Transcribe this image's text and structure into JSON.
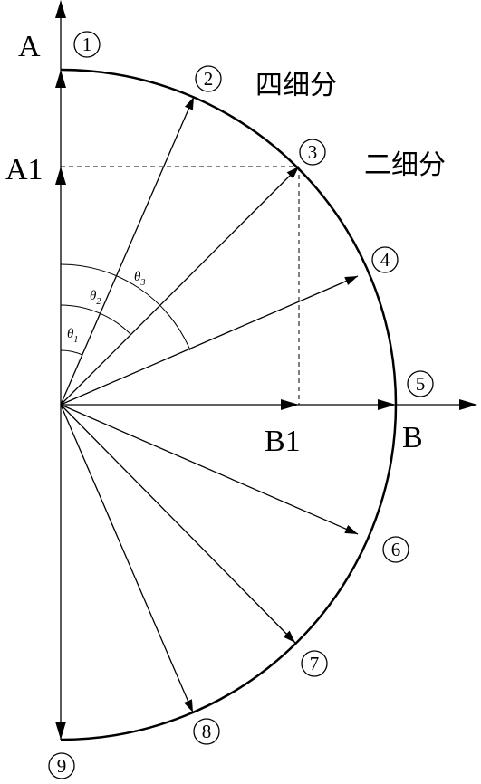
{
  "labels": {
    "A": "A",
    "A1": "A1",
    "B": "B",
    "B1": "B1",
    "four_subdivision": "四细分",
    "two_subdivision": "二细分"
  },
  "points": [
    {
      "num": "1"
    },
    {
      "num": "2"
    },
    {
      "num": "3"
    },
    {
      "num": "4"
    },
    {
      "num": "5"
    },
    {
      "num": "6"
    },
    {
      "num": "7"
    },
    {
      "num": "8"
    },
    {
      "num": "9"
    }
  ],
  "angles": [
    {
      "symbol": "θ",
      "sub": "1"
    },
    {
      "symbol": "θ",
      "sub": "2"
    },
    {
      "symbol": "θ",
      "sub": "3"
    }
  ],
  "colors": {
    "stroke": "#000000",
    "background": "#ffffff"
  }
}
